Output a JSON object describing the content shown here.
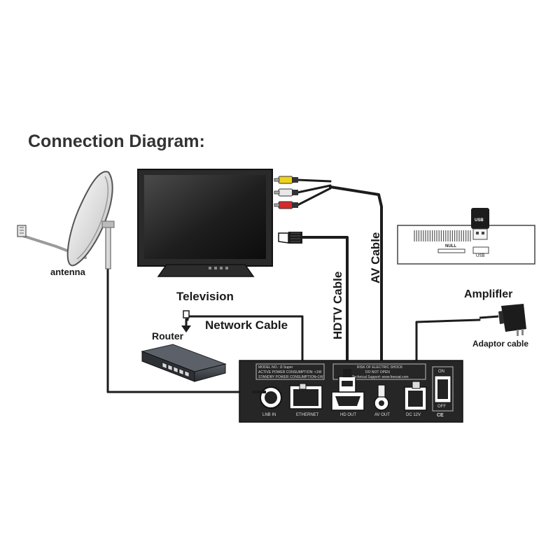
{
  "title": "Connection Diagram:",
  "labels": {
    "television": "Television",
    "antenna": "antenna",
    "router": "Router",
    "network_cable": "Network Cable",
    "hdtv_cable": "HDTV Cable",
    "av_cable": "AV Cable",
    "amplifier": "Amplifler",
    "adaptor_cable": "Adaptor cable"
  },
  "usb_device": {
    "stick_label": "USB",
    "port_label": "USB",
    "slot_label": "NULL"
  },
  "receiver_panel": {
    "ports": [
      "LNB IN",
      "ETHERNET",
      "HD OUT",
      "AV OUT",
      "DC 12V"
    ],
    "switch_on": "ON",
    "switch_off": "OFF",
    "info_lines": [
      "MODEL NO.: i3 Super",
      "ACTIVE POWER CONSUMPTION: <1W",
      "STANDBY POWER CONSUMPTION<1W"
    ],
    "warning_lines": [
      "RISK OF ELECTRIC SHOCK",
      "DO NOT OPEN",
      "Technical Support: www.freesat.com"
    ],
    "marks": "CE"
  },
  "colors": {
    "cable": "#1c1c1c",
    "panel": "#262626",
    "av_yellow": "#f0d21a",
    "av_white": "#e8e8e8",
    "av_red": "#d42a2a"
  }
}
